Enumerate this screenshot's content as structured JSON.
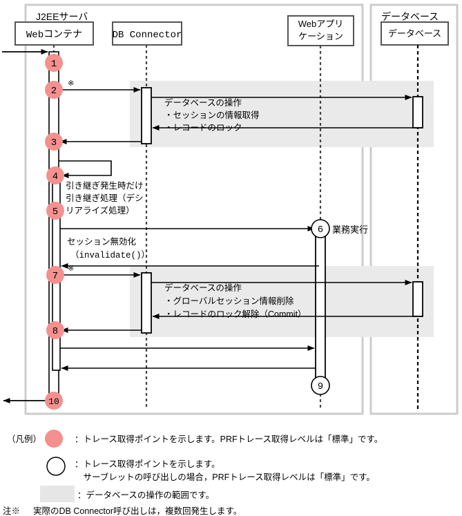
{
  "diagram": {
    "type": "uml-sequence-diagram",
    "boundaries": [
      {
        "name": "j2ee-server",
        "label": "J2EEサーバ"
      },
      {
        "name": "database-system",
        "label": "データベース"
      }
    ],
    "participants": [
      {
        "name": "web-container",
        "label": "Webコンテナ",
        "label_lines": [
          "Webコンテナ"
        ]
      },
      {
        "name": "db-connector",
        "label": "DB Connector",
        "label_lines": [
          "DB Connector"
        ]
      },
      {
        "name": "web-application",
        "label": "Webアプリケーション",
        "label_lines": [
          "Webアプリ",
          "ケーション"
        ]
      },
      {
        "name": "database",
        "label": "データベース",
        "label_lines": [
          "データベース"
        ]
      }
    ],
    "trace_points": [
      {
        "id": "1",
        "style": "filled"
      },
      {
        "id": "2",
        "style": "filled",
        "note_mark": "※"
      },
      {
        "id": "3",
        "style": "filled"
      },
      {
        "id": "4",
        "style": "filled"
      },
      {
        "id": "5",
        "style": "filled"
      },
      {
        "id": "6",
        "style": "open",
        "label": "業務実行"
      },
      {
        "id": "7",
        "style": "filled",
        "note_mark": "※"
      },
      {
        "id": "8",
        "style": "filled"
      },
      {
        "id": "9",
        "style": "open"
      },
      {
        "id": "10",
        "style": "filled"
      }
    ],
    "annotations": {
      "db_op_1": [
        "データベースの操作",
        "・セッションの情報取得",
        "・レコードのロック"
      ],
      "db_op_2": [
        "データベースの操作",
        "・グローバルセッション情報削除",
        "・レコードのロック解除（Commit）"
      ],
      "takeover": [
        "引き継ぎ発生時だけ",
        "引き継ぎ処理（デシ",
        "リアライズ処理）"
      ],
      "invalidate": [
        "セッション無効化",
        "（invalidate()）"
      ]
    }
  },
  "legend": {
    "title": "（凡例）",
    "rows": [
      {
        "name": "legend-filled-circle",
        "marker": "filled-circle",
        "lines": [
          "：トレース取得ポイントを示します。PRFトレース取得レベルは「標準」です。"
        ]
      },
      {
        "name": "legend-open-circle",
        "marker": "open-circle",
        "lines": [
          "：トレース取得ポイントを示します。",
          "　サーブレットの呼び出しの場合，PRFトレース取得レベルは「標準」です。"
        ]
      },
      {
        "name": "legend-shaded-box",
        "marker": "shaded-box",
        "lines": [
          "：データベースの操作の範囲です。"
        ]
      }
    ]
  },
  "footnote": {
    "marker": "注※",
    "text": "実際のDB Connector呼び出しは，複数回発生します。"
  },
  "colors": {
    "trace_point_fill": "#f4908e",
    "shaded_region": "#eaeaea",
    "boundary_border": "#cccccc",
    "line": "#000000",
    "lifeline": "#444444"
  }
}
